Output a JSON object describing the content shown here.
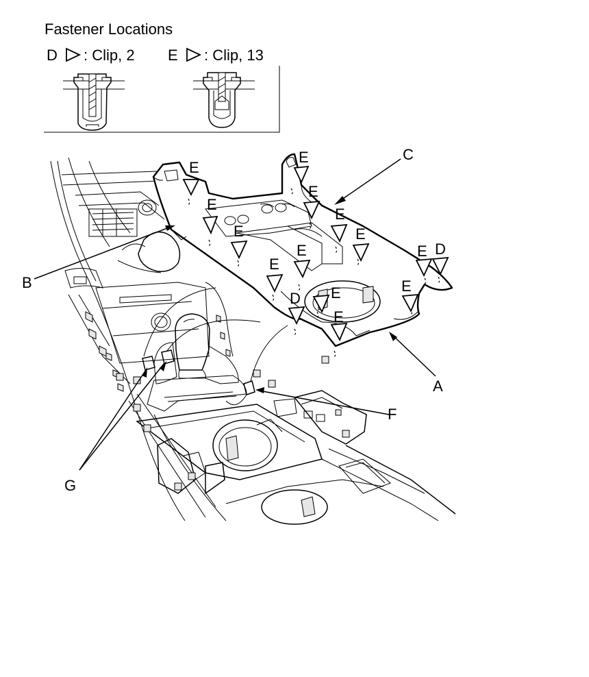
{
  "legend": {
    "title": "Fastener Locations",
    "items": [
      {
        "letter": "D",
        "text": ": Clip, 2"
      },
      {
        "letter": "E",
        "text": ": Clip, 13"
      }
    ]
  },
  "callouts": {
    "A": "A",
    "B": "B",
    "C": "C",
    "F": "F",
    "G": "G"
  },
  "clip_markers": [
    {
      "letter": "E"
    },
    {
      "letter": "E"
    },
    {
      "letter": "E"
    },
    {
      "letter": "E"
    },
    {
      "letter": "E"
    },
    {
      "letter": "E"
    },
    {
      "letter": "E"
    },
    {
      "letter": "E"
    },
    {
      "letter": "E"
    },
    {
      "letter": "E"
    },
    {
      "letter": "E"
    },
    {
      "letter": "E"
    },
    {
      "letter": "E"
    },
    {
      "letter": "D"
    },
    {
      "letter": "D"
    }
  ]
}
